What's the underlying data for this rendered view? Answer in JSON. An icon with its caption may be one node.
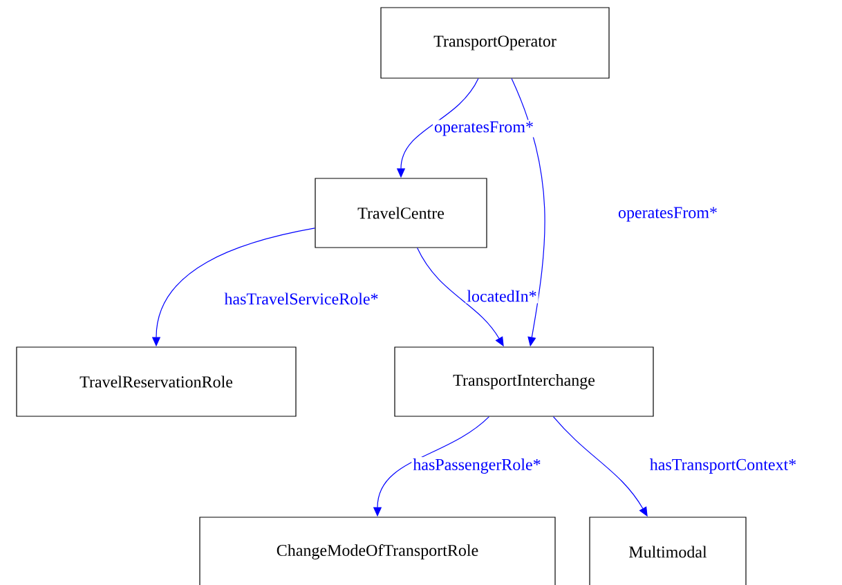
{
  "diagram": {
    "nodes": [
      {
        "text": [
          "TransportOperator"
        ]
      },
      {
        "text": [
          "TravelCentre"
        ]
      },
      {
        "text": [
          "TravelReservationRole"
        ]
      },
      {
        "text": [
          "TransportInterchange"
        ]
      },
      {
        "text": [
          "ChangeModeOfTransportRole"
        ]
      },
      {
        "text": [
          "Multimodal"
        ]
      }
    ],
    "edges": [
      {
        "from": 0,
        "to": 1,
        "arrow": "to",
        "label": "operatesFrom*"
      },
      {
        "from": 0,
        "to": 3,
        "arrow": "to",
        "label": "operatesFrom*"
      },
      {
        "from": 1,
        "to": 2,
        "arrow": "to",
        "label": "hasTravelServiceRole*"
      },
      {
        "from": 1,
        "to": 3,
        "arrow": "to",
        "label": "locatedIn*"
      },
      {
        "from": 3,
        "to": 4,
        "arrow": "to",
        "label": "hasPassengerRole*"
      },
      {
        "from": 3,
        "to": 5,
        "arrow": "to",
        "label": "hasTransportContext*"
      }
    ]
  }
}
